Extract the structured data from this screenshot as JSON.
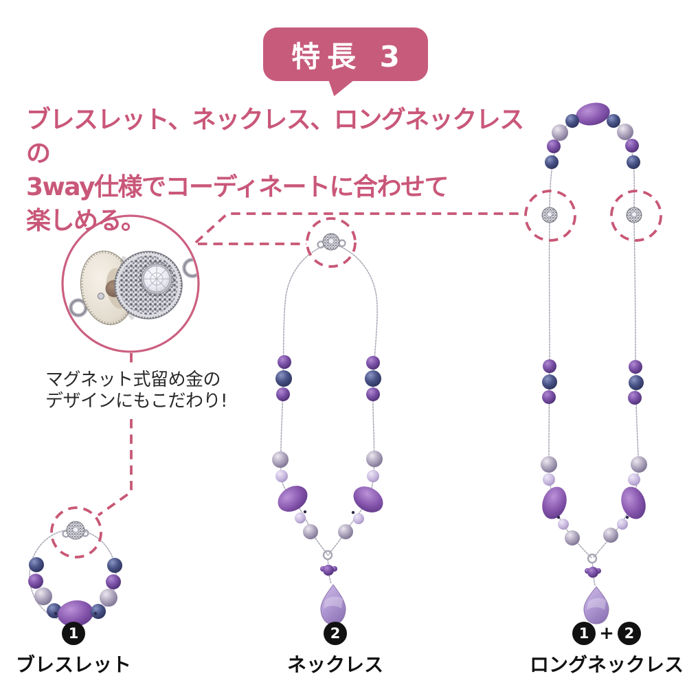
{
  "badge": {
    "label": "特長 3",
    "bg_color": "#c75b7c",
    "text_color": "#ffffff"
  },
  "headline": {
    "color": "#c95779",
    "lines": [
      "ブレスレット、ネックレス、ロングネックレスの",
      "3way仕様でコーディネートに合わせて",
      "楽しめる。"
    ]
  },
  "callout": {
    "caption_lines": [
      "マグネット式留め金の",
      "デザインにもこだわり!"
    ],
    "subject": "magnet-clasp-closeup",
    "accent_color": "#c85775"
  },
  "figures": {
    "bracelet": {
      "numbers": [
        "1"
      ],
      "label": "ブレスレット"
    },
    "necklace": {
      "numbers": [
        "2"
      ],
      "label": "ネックレス"
    },
    "long_necklace": {
      "numbers": [
        "1",
        "2"
      ],
      "separator": "+",
      "label": "ロングネックレス"
    }
  },
  "palette": {
    "accent_pink": "#c75b7c",
    "dashed_pink": "#c85775",
    "label_black": "#111111",
    "amethyst_purple": "#7c52a8",
    "sodalite_blue": "#3c4474",
    "pearl_grey": "#9a91ac",
    "lavender": "#c4b4dc",
    "pendant_purple": "#b49cd6",
    "silver": "#c9c9d2"
  }
}
